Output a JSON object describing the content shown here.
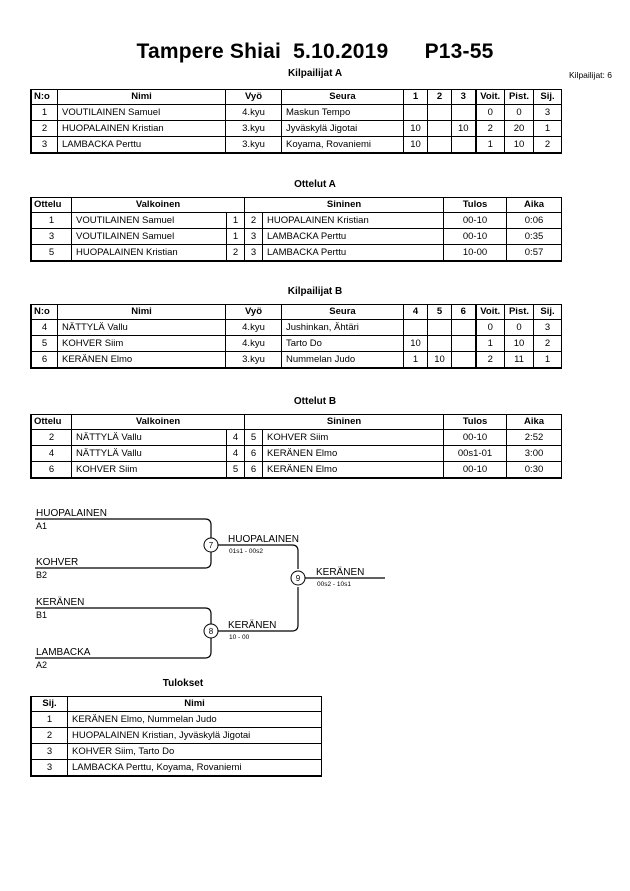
{
  "header": {
    "title": "Tampere Shiai  5.10.2019      P13-55",
    "competitor_count_label": "Kilpailijat: 6"
  },
  "pool_a": {
    "caption": "Kilpailijat A",
    "columns": [
      "N:o",
      "Nimi",
      "Vyö",
      "Seura",
      "1",
      "2",
      "3",
      "Voit.",
      "Pist.",
      "Sij."
    ],
    "rows": [
      {
        "no": "1",
        "name": "VOUTILAINEN Samuel",
        "belt": "4.kyu",
        "club": "Maskun Tempo",
        "m1": "",
        "m2": "",
        "m3": "",
        "wins": "0",
        "points": "0",
        "rank": "3"
      },
      {
        "no": "2",
        "name": "HUOPALAINEN Kristian",
        "belt": "3.kyu",
        "club": "Jyväskylä Jigotai",
        "m1": "10",
        "m2": "",
        "m3": "10",
        "wins": "2",
        "points": "20",
        "rank": "1"
      },
      {
        "no": "3",
        "name": "LAMBACKA Perttu",
        "belt": "3.kyu",
        "club": "Koyama, Rovaniemi",
        "m1": "10",
        "m2": "",
        "m3": "",
        "wins": "1",
        "points": "10",
        "rank": "2"
      }
    ]
  },
  "matches_a": {
    "caption": "Ottelut A",
    "columns": [
      "Ottelu",
      "Valkoinen",
      "",
      "",
      "Sininen",
      "Tulos",
      "Aika"
    ],
    "rows": [
      {
        "match": "1",
        "white": "VOUTILAINEN Samuel",
        "white_no": "1",
        "blue_no": "2",
        "blue": "HUOPALAINEN Kristian",
        "result": "00-10",
        "time": "0:06"
      },
      {
        "match": "3",
        "white": "VOUTILAINEN Samuel",
        "white_no": "1",
        "blue_no": "3",
        "blue": "LAMBACKA Perttu",
        "result": "00-10",
        "time": "0:35"
      },
      {
        "match": "5",
        "white": "HUOPALAINEN Kristian",
        "white_no": "2",
        "blue_no": "3",
        "blue": "LAMBACKA Perttu",
        "result": "10-00",
        "time": "0:57"
      }
    ]
  },
  "pool_b": {
    "caption": "Kilpailijat B",
    "columns": [
      "N:o",
      "Nimi",
      "Vyö",
      "Seura",
      "4",
      "5",
      "6",
      "Voit.",
      "Pist.",
      "Sij."
    ],
    "rows": [
      {
        "no": "4",
        "name": "NÄTTYLÄ Vallu",
        "belt": "4.kyu",
        "club": "Jushinkan, Ähtäri",
        "m1": "",
        "m2": "",
        "m3": "",
        "wins": "0",
        "points": "0",
        "rank": "3"
      },
      {
        "no": "5",
        "name": "KOHVER Siim",
        "belt": "4.kyu",
        "club": "Tarto Do",
        "m1": "10",
        "m2": "",
        "m3": "",
        "wins": "1",
        "points": "10",
        "rank": "2"
      },
      {
        "no": "6",
        "name": "KERÄNEN Elmo",
        "belt": "3.kyu",
        "club": "Nummelan Judo",
        "m1": "1",
        "m2": "10",
        "m3": "",
        "wins": "2",
        "points": "11",
        "rank": "1"
      }
    ]
  },
  "matches_b": {
    "caption": "Ottelut B",
    "columns": [
      "Ottelu",
      "Valkoinen",
      "",
      "",
      "Sininen",
      "Tulos",
      "Aika"
    ],
    "rows": [
      {
        "match": "2",
        "white": "NÄTTYLÄ Vallu",
        "white_no": "4",
        "blue_no": "5",
        "blue": "KOHVER Siim",
        "result": "00-10",
        "time": "2:52"
      },
      {
        "match": "4",
        "white": "NÄTTYLÄ Vallu",
        "white_no": "4",
        "blue_no": "6",
        "blue": "KERÄNEN Elmo",
        "result": "00s1-01",
        "time": "3:00"
      },
      {
        "match": "6",
        "white": "KOHVER Siim",
        "white_no": "5",
        "blue_no": "6",
        "blue": "KERÄNEN Elmo",
        "result": "00-10",
        "time": "0:30"
      }
    ]
  },
  "bracket": {
    "entrants": [
      {
        "name": "HUOPALAINEN",
        "seed": "A1"
      },
      {
        "name": "KOHVER",
        "seed": "B2"
      },
      {
        "name": "KERÄNEN",
        "seed": "B1"
      },
      {
        "name": "LAMBACKA",
        "seed": "A2"
      }
    ],
    "nodes": [
      {
        "number": "7",
        "winner": "HUOPALAINEN",
        "score": "01s1 - 00s2"
      },
      {
        "number": "8",
        "winner": "KERÄNEN",
        "score": "10 - 00"
      },
      {
        "number": "9",
        "winner": "KERÄNEN",
        "score": "00s2 - 10s1"
      }
    ]
  },
  "results": {
    "caption": "Tulokset",
    "columns": [
      "Sij.",
      "Nimi"
    ],
    "rows": [
      {
        "rank": "1",
        "name": "KERÄNEN Elmo, Nummelan Judo"
      },
      {
        "rank": "2",
        "name": "HUOPALAINEN Kristian, Jyväskylä Jigotai"
      },
      {
        "rank": "3",
        "name": "KOHVER Siim, Tarto Do"
      },
      {
        "rank": "3",
        "name": "LAMBACKA Perttu, Koyama, Rovaniemi"
      }
    ]
  }
}
